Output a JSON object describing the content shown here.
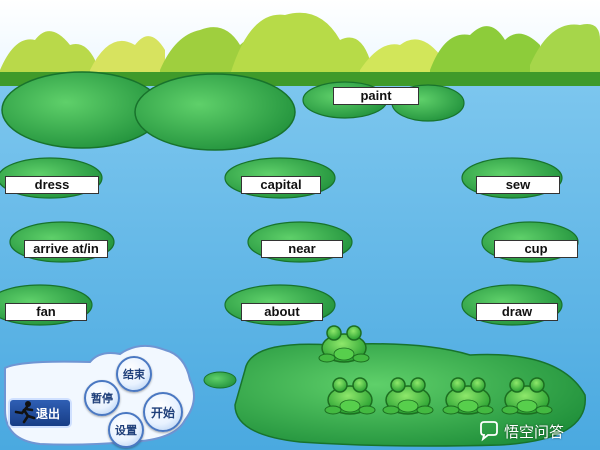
{
  "words": [
    {
      "text": "paint"
    },
    {
      "text": "dress"
    },
    {
      "text": "capital"
    },
    {
      "text": "sew"
    },
    {
      "text": "arrive at/in"
    },
    {
      "text": "near"
    },
    {
      "text": "cup"
    },
    {
      "text": "fan"
    },
    {
      "text": "about"
    },
    {
      "text": "draw"
    }
  ],
  "controls": {
    "exit_label": "退出",
    "pause_label": "暂停",
    "end_label": "结束",
    "start_label": "开始",
    "settings_label": "设置"
  },
  "frogs_count": 5,
  "watermark": {
    "text": "悟空问答"
  },
  "colors": {
    "pond": "#5ab3e6",
    "pad": "#2fa84a",
    "frog": "#3cbd3c"
  },
  "icons": {
    "exit": "runner-icon",
    "frog": "frog-icon",
    "pad": "lily-pad-icon"
  }
}
